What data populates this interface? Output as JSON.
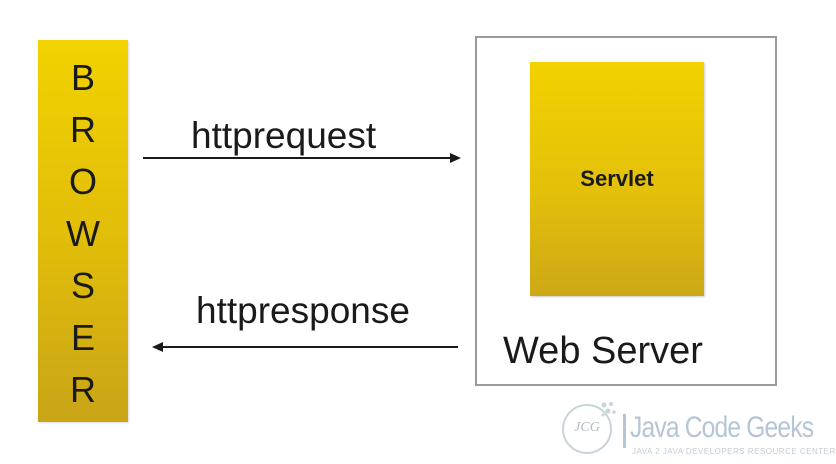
{
  "browser": {
    "letters": [
      "B",
      "R",
      "O",
      "W",
      "S",
      "E",
      "R"
    ]
  },
  "request": {
    "label": "httprequest"
  },
  "response": {
    "label": "httpresponse"
  },
  "server": {
    "label": "Web Server",
    "servlet_label": "Servlet"
  },
  "logo": {
    "name": "Java Code Geeks",
    "tagline": "JAVA 2 JAVA DEVELOPERS RESOURCE CENTER",
    "monogram": "JCG"
  },
  "colors": {
    "box_fill": "#e6c300",
    "box_fill_dark": "#c9a417",
    "server_border": "#9a9a9a",
    "arrow": "#1a1a1a",
    "logo": "#b4c6d6"
  }
}
